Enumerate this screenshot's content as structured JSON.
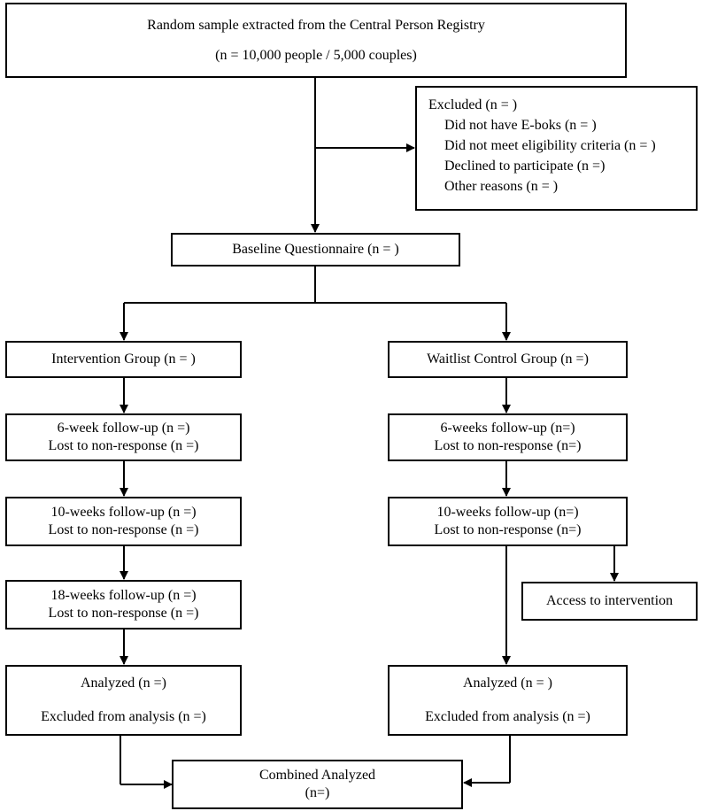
{
  "top": {
    "line1": "Random sample extracted from the Central Person Registry",
    "line2": "(n = 10,000 people / 5,000 couples)"
  },
  "excluded": {
    "title": "Excluded (n = )",
    "items": [
      "Did not have E-boks (n = )",
      "Did not meet eligibility criteria (n = )",
      "Declined to participate (n =)",
      "Other reasons (n = )"
    ]
  },
  "baseline": "Baseline Questionnaire (n = )",
  "intervention": {
    "group": "Intervention Group (n = )",
    "fu6": [
      "6-week follow-up (n =)",
      "Lost to non-response (n =)"
    ],
    "fu10": [
      "10-weeks follow-up (n =)",
      "Lost to non-response (n =)"
    ],
    "fu18": [
      "18-weeks follow-up (n =)",
      "Lost to non-response (n =)"
    ],
    "analyzed": "Analyzed (n =)",
    "excluded_analysis": "Excluded from analysis (n =)"
  },
  "control": {
    "group": "Waitlist Control Group (n =)",
    "fu6": [
      "6-weeks follow-up (n=)",
      "Lost to non-response (n=)"
    ],
    "fu10": [
      "10-weeks follow-up (n=)",
      "Lost to non-response (n=)"
    ],
    "access": "Access to intervention",
    "analyzed": "Analyzed (n = )",
    "excluded_analysis": "Excluded from analysis (n =)"
  },
  "combined": [
    "Combined Analyzed",
    "(n=)"
  ]
}
